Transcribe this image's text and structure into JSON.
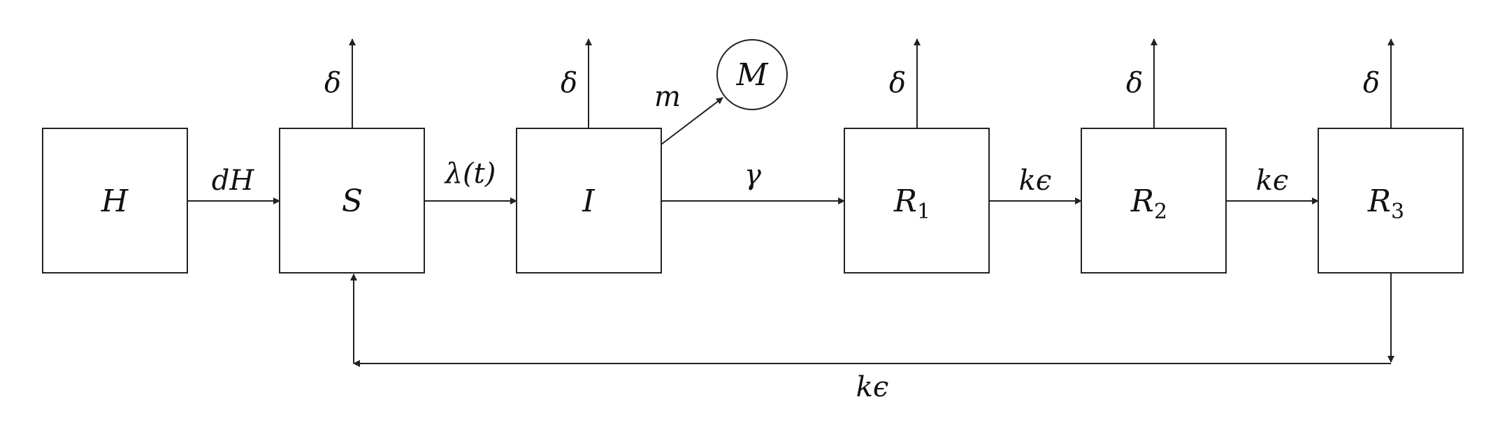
{
  "nodes": {
    "H": {
      "label": "H"
    },
    "S": {
      "label": "S"
    },
    "I": {
      "label": "I"
    },
    "R1": {
      "label": "R",
      "sub": "1"
    },
    "R2": {
      "label": "R",
      "sub": "2"
    },
    "R3": {
      "label": "R",
      "sub": "3"
    },
    "M": {
      "label": "M"
    }
  },
  "edges": {
    "H_S": "dH",
    "S_I": "λ(t)",
    "I_R1": "γ",
    "R1_R2": "kϵ",
    "R2_R3": "kϵ",
    "I_M": "m",
    "R3_S": "kϵ",
    "death": "δ"
  }
}
